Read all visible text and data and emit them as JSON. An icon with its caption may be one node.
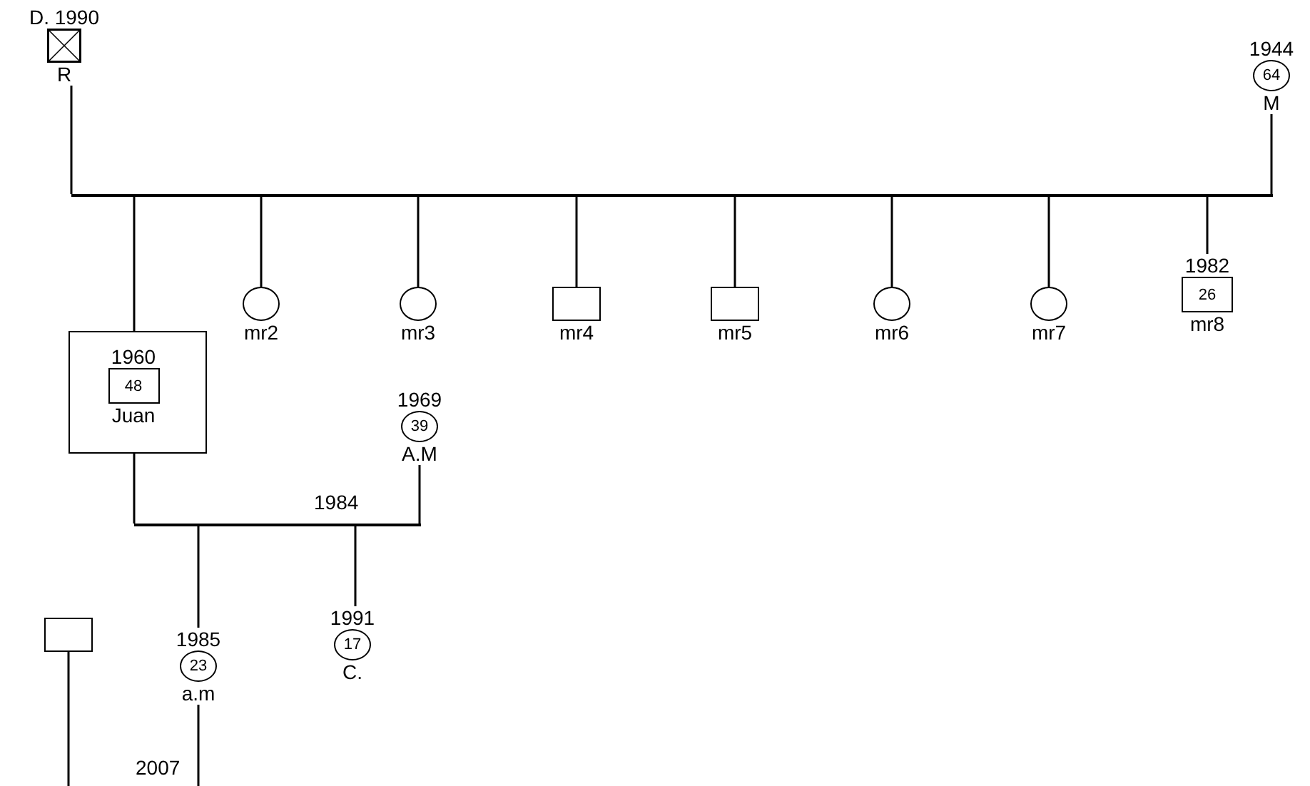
{
  "diagram": {
    "nodes": [
      {
        "text": [],
        "shape": "box",
        "beside": [
          "D. 1990",
          "R"
        ]
      },
      {
        "text": [
          "64"
        ],
        "beside": [
          "1944",
          "M"
        ]
      },
      {
        "text": [],
        "shape": "bar"
      },
      {
        "text": [],
        "shape": "circle",
        "beside": [
          "mr2"
        ]
      },
      {
        "text": [],
        "shape": "circle",
        "beside": [
          "mr3"
        ]
      },
      {
        "text": [],
        "shape": "box",
        "beside": [
          "mr4"
        ]
      },
      {
        "text": [],
        "shape": "box",
        "beside": [
          "mr5"
        ]
      },
      {
        "text": [],
        "shape": "circle",
        "beside": [
          "mr6"
        ]
      },
      {
        "text": [],
        "shape": "circle",
        "beside": [
          "mr7"
        ]
      },
      {
        "text": [
          "26"
        ],
        "beside": [
          "1982",
          "mr8"
        ]
      },
      {
        "text": [],
        "shape": "box"
      },
      {
        "text": [
          "48"
        ],
        "beside": [
          "1960",
          "Juan"
        ],
        "in": 10
      },
      {
        "text": [
          "39"
        ],
        "beside": [
          "1969",
          "A.M"
        ]
      },
      {
        "text": [],
        "shape": "bar"
      },
      {
        "text": [],
        "shape": "box"
      },
      {
        "text": [
          "23"
        ],
        "beside": [
          "1985",
          "a.m"
        ]
      },
      {
        "text": [
          "17"
        ],
        "beside": [
          "1991",
          "C."
        ]
      }
    ],
    "edges": [
      {
        "from": 0,
        "to": 2,
        "arrow": "none"
      },
      {
        "from": 1,
        "to": 2,
        "arrow": "none"
      },
      {
        "from": 2,
        "to": 10,
        "arrow": "none"
      },
      {
        "from": 2,
        "to": 3,
        "arrow": "none"
      },
      {
        "from": 2,
        "to": 4,
        "arrow": "none"
      },
      {
        "from": 2,
        "to": 5,
        "arrow": "none"
      },
      {
        "from": 2,
        "to": 6,
        "arrow": "none"
      },
      {
        "from": 2,
        "to": 7,
        "arrow": "none"
      },
      {
        "from": 2,
        "to": 8,
        "arrow": "none"
      },
      {
        "from": 2,
        "to": 9,
        "arrow": "none"
      },
      {
        "from": 10,
        "to": 13,
        "arrow": "none"
      },
      {
        "from": 12,
        "to": 13,
        "arrow": "none"
      },
      {
        "from": 13,
        "to": 15,
        "arrow": "none"
      },
      {
        "from": 13,
        "to": 16,
        "arrow": "none"
      },
      {
        "from": 14,
        "to": null,
        "arrow": "none"
      },
      {
        "from": 15,
        "to": null,
        "arrow": "none"
      }
    ],
    "labels": [
      "1984",
      "2007"
    ]
  }
}
